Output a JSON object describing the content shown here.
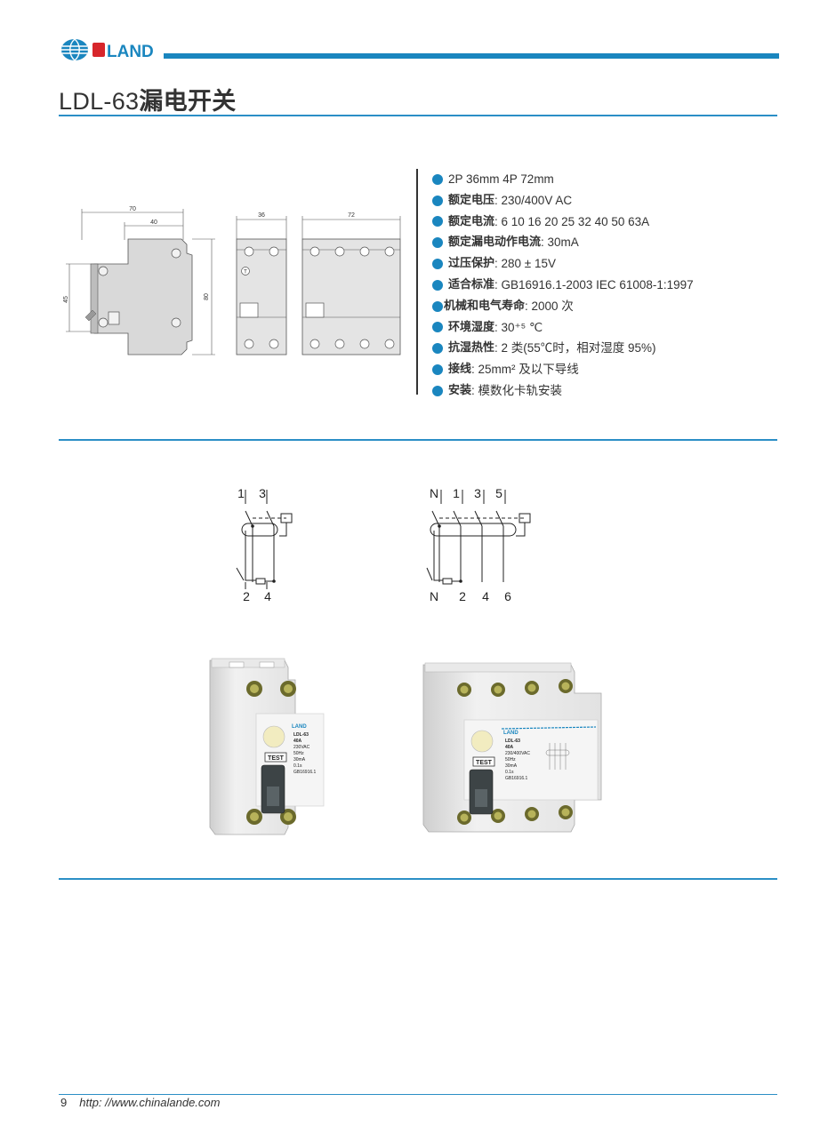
{
  "header": {
    "brand": "LAND",
    "title_model": "LDL-63",
    "title_name": "漏电开关"
  },
  "dimensions": {
    "width_total": "70",
    "width_inner": "40",
    "height_side": "45",
    "height_total": "80",
    "width_2p": "36",
    "width_4p": "72",
    "test_symbol": "T"
  },
  "specs": [
    {
      "label": "",
      "value": "2P 36mm   4P 72mm"
    },
    {
      "label": "额定电压",
      "value": ": 230/400V AC"
    },
    {
      "label": "额定电流",
      "value": ": 6  10  16  20  25  32  40  50  63A"
    },
    {
      "label": "额定漏电动作电流",
      "value": ": 30mA"
    },
    {
      "label": "过压保护",
      "value": ": 280 ± 15V"
    },
    {
      "label": "适合标准",
      "value": ": GB16916.1-2003     IEC 61008-1:1997"
    },
    {
      "label": "机械和电气寿命",
      "value": ": 2000 次"
    },
    {
      "label": "环境湿度",
      "value": ": 30⁺⁵ ℃"
    },
    {
      "label": "抗湿热性",
      "value": ": 2 类(55℃时，相对湿度 95%)"
    },
    {
      "label": "接线",
      "value": ": 25mm² 及以下导线"
    },
    {
      "label": "安装",
      "value": ": 模数化卡轨安装"
    }
  ],
  "wiring_2p": {
    "top_terminals": [
      "1",
      "3"
    ],
    "bottom_terminals": [
      "2",
      "4"
    ]
  },
  "wiring_4p": {
    "top_terminals": [
      "N",
      "1",
      "3",
      "5"
    ],
    "bottom_terminals": [
      "N",
      "2",
      "4",
      "6"
    ]
  },
  "product_2p": {
    "brand": "LAND",
    "model": "LDL-63",
    "current": "40A",
    "voltage": "230VAC",
    "freq": "50Hz",
    "leak": "30mA",
    "time": "0.1s",
    "standard": "GB16916.1",
    "test_label": "TEST"
  },
  "product_4p": {
    "brand": "LAND",
    "model": "LDL-63",
    "current": "40A",
    "voltage": "230/400VAC",
    "freq": "50Hz",
    "leak": "30mA",
    "time": "0.1s",
    "standard": "GB16916.1",
    "test_label": "TEST"
  },
  "footer": {
    "page_number": "9",
    "url": "http: //www.chinalande.com"
  },
  "colors": {
    "accent": "#1a86bf",
    "brand_red": "#d7262b",
    "text": "#333333"
  }
}
